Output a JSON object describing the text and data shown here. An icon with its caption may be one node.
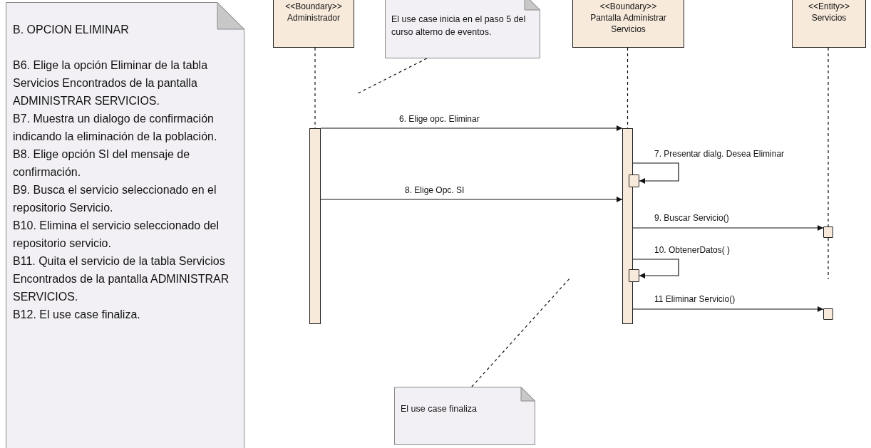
{
  "diagram": {
    "nodes": [
      {
        "text": [
          "B. OPCION ELIMINAR",
          "B6. Elige la opción Eliminar de la tabla Servicios Encontrados de la pantalla ADMINISTRAR SERVICIOS.",
          "B7. Muestra un dialogo de confirmación indicando la eliminación de la población.",
          "B8. Elige opción SI del mensaje de confirmación.",
          "B9. Busca el servicio seleccionado en el repositorio Servicio.",
          "B10. Elimina el servicio seleccionado del repositorio servicio.",
          "B11. Quita el servicio de la tabla Servicios Encontrados de la pantalla ADMINISTRAR SERVICIOS.",
          "B12. El use case finaliza."
        ]
      },
      {
        "text": [
          "<<Boundary>>",
          "Administrador"
        ]
      },
      {
        "text": [
          "El use case inicia en el paso 5 del curso alterno de eventos."
        ]
      },
      {
        "text": [
          "<<Boundary>>",
          "Pantalla Administrar Servicios"
        ]
      },
      {
        "text": [
          "<<Entity>>",
          "Servicios"
        ]
      },
      {
        "text": [
          "El use case finaliza"
        ]
      },
      {
        "text": [],
        "shape": "bar"
      },
      {
        "text": [],
        "shape": "bar"
      },
      {
        "text": [],
        "shape": "box"
      },
      {
        "text": [],
        "shape": "box"
      },
      {
        "text": [],
        "shape": "box"
      },
      {
        "text": [],
        "shape": "box"
      }
    ],
    "edges": [
      {
        "from": 2,
        "to": null,
        "arrow": "none",
        "style": "dashed"
      },
      {
        "from": 1,
        "to": 6,
        "arrow": "none",
        "style": "dashed"
      },
      {
        "from": 3,
        "to": 7,
        "arrow": "none",
        "style": "dashed"
      },
      {
        "from": 4,
        "to": 9,
        "arrow": "none",
        "style": "dashed"
      },
      {
        "from": 9,
        "to": null,
        "arrow": "none",
        "style": "dashed"
      },
      {
        "from": 6,
        "to": 7,
        "arrow": "to",
        "label": "6. Elige opc. Eliminar"
      },
      {
        "from": 7,
        "to": 8,
        "arrow": "to",
        "label": "7. Presentar dialg. Desea Eliminar"
      },
      {
        "from": 6,
        "to": 7,
        "arrow": "to",
        "label": "8. Elige Opc. SI"
      },
      {
        "from": 7,
        "to": 9,
        "arrow": "to",
        "label": "9. Buscar Servicio()"
      },
      {
        "from": 7,
        "to": 10,
        "arrow": "to",
        "label": "10. ObtenerDatos( )"
      },
      {
        "from": 7,
        "to": 11,
        "arrow": "to",
        "label": "11 Eliminar Servicio()"
      },
      {
        "from": 5,
        "to": null,
        "arrow": "none",
        "style": "dashed"
      }
    ]
  }
}
